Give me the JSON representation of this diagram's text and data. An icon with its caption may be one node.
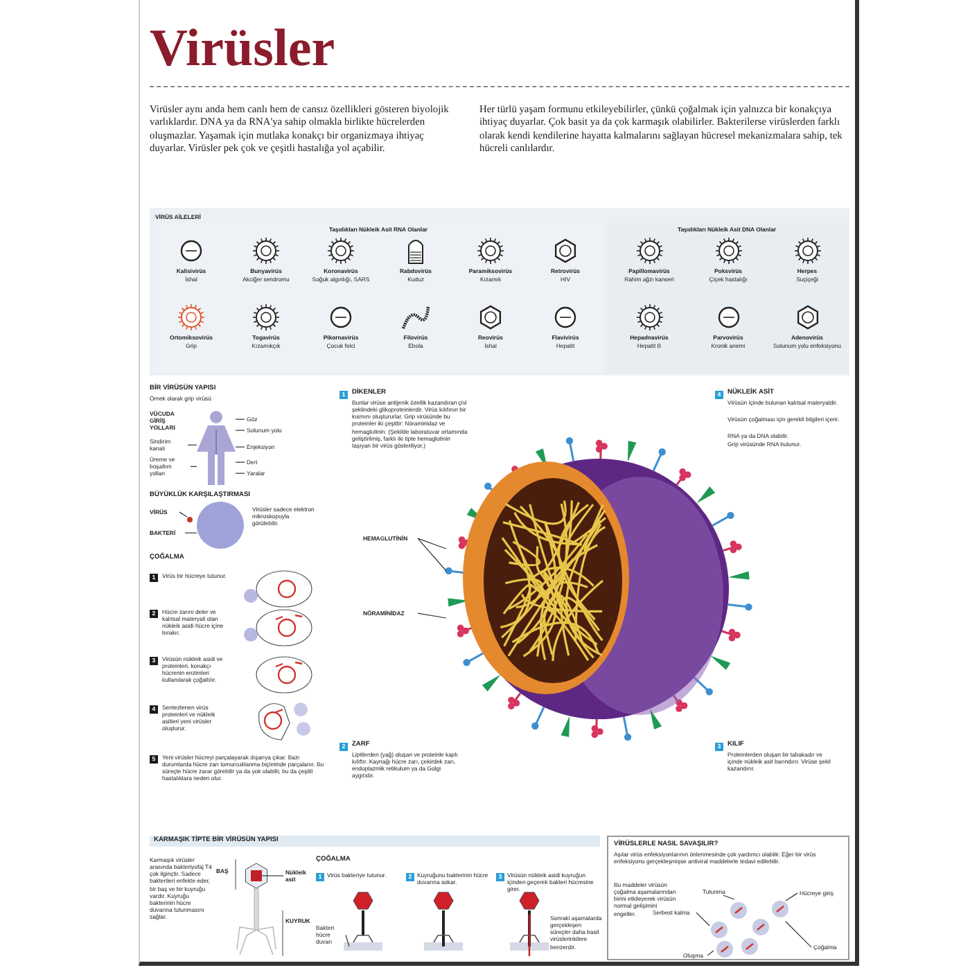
{
  "diagram": {
    "title": "Virüsler",
    "nodes": [
      {
        "text": [
          "VİRÜS AİLELERİ"
        ]
      },
      {
        "text": [
          "Taşıdıkları Nükleik Asit RNA Olanlar"
        ],
        "in": 0
      },
      {
        "text": [
          "Taşıdıkları Nükleik Asit DNA Olanlar"
        ],
        "in": 0
      },
      {
        "text": [
          "Kalisivirüs",
          "İshal"
        ],
        "in": 1
      },
      {
        "text": [
          "Bunyavirüs",
          "Akciğer sendromu"
        ],
        "in": 1
      },
      {
        "text": [
          "Koronavirüs",
          "Soğuk algınlığı, SARS"
        ],
        "in": 1
      },
      {
        "text": [
          "Rabdovirüs",
          "Kuduz"
        ],
        "in": 1
      },
      {
        "text": [
          "Paramiksovirüs",
          "Kızamık"
        ],
        "in": 1
      },
      {
        "text": [
          "Retrovirüs",
          "HIV"
        ],
        "in": 1
      },
      {
        "text": [
          "Ortomiksovirüs",
          "Grip"
        ],
        "in": 1
      },
      {
        "text": [
          "Togavirüs",
          "Kızamıkçık"
        ],
        "in": 1
      },
      {
        "text": [
          "Pikornavirüs",
          "Çocuk felci"
        ],
        "in": 1
      },
      {
        "text": [
          "Filovirüs",
          "Ebola"
        ],
        "in": 1
      },
      {
        "text": [
          "Reovirüs",
          "İshal"
        ],
        "in": 1
      },
      {
        "text": [
          "Flavivirüs",
          "Hepatit"
        ],
        "in": 1
      },
      {
        "text": [
          "Papillomavirüs",
          "Rahim ağzı kanseri"
        ],
        "in": 2
      },
      {
        "text": [
          "Poksvirüs",
          "Çiçek hastalığı"
        ],
        "in": 2
      },
      {
        "text": [
          "Herpes",
          "Suçiçeği"
        ],
        "in": 2
      },
      {
        "text": [
          "Hepadnavirüs",
          "Hepatit B"
        ],
        "in": 2
      },
      {
        "text": [
          "Parvovirüs",
          "Kronik anemi"
        ],
        "in": 2
      },
      {
        "text": [
          "Adenovirüs",
          "Solunum yolu enfeksiyonu"
        ],
        "in": 2
      },
      {
        "text": [],
        "shape": "person"
      },
      {
        "text": [
          "Göz"
        ]
      },
      {
        "text": [
          "Solunum yolu"
        ]
      },
      {
        "text": [
          "Sindirim kanalı"
        ]
      },
      {
        "text": [
          "Enjeksiyon"
        ]
      },
      {
        "text": [
          "Üreme ve boşaltım yolları"
        ]
      },
      {
        "text": [
          "Deri"
        ]
      },
      {
        "text": [
          "Yaralar"
        ]
      },
      {
        "text": [
          "VİRÜS"
        ]
      },
      {
        "text": [],
        "shape": "circle"
      },
      {
        "text": [
          "BAKTERİ"
        ]
      },
      {
        "text": [],
        "shape": "circle"
      },
      {
        "text": [
          "HEMAGLUTİNİN"
        ]
      },
      {
        "text": [
          "NÖRAMİNİDAZ"
        ]
      },
      {
        "text": [
          "Nükleik asit"
        ]
      },
      {
        "text": [
          "Bakteri hücre duvarı"
        ]
      },
      {
        "text": [
          "VİRÜSLERLE NASIL SAVAŞILIR?",
          "Aşılar virüs enfeksiyonlarının önlenmesinde çok yardımcı olabilir. Eğer bir virüs enfeksiyonu gerçekleşmişse antiviral maddelerle tedavi edilebilir.",
          "Bu maddeler virüsün çoğalma aşamalarından birini etkileyerek virüsün normal gelişimini engeller."
        ]
      },
      {
        "text": [
          "Tutunma"
        ],
        "in": 37
      },
      {
        "text": [
          "Hücreye giriş"
        ],
        "in": 37
      },
      {
        "text": [
          "Serbest kalma"
        ],
        "in": 37
      },
      {
        "text": [
          "Çoğalma"
        ],
        "in": 37
      },
      {
        "text": [
          "Oluşma"
        ],
        "in": 37
      },
      {
        "text": [],
        "shape": "picture"
      },
      {
        "text": [],
        "shape": "picture",
        "in": 37
      },
      {
        "text": [],
        "shape": "box"
      }
    ],
    "edges": [
      {
        "from": 22,
        "to": 21,
        "arrow": "none"
      },
      {
        "from": 23,
        "to": 21,
        "arrow": "none"
      },
      {
        "from": 24,
        "to": 21,
        "arrow": "none"
      },
      {
        "from": 25,
        "to": 21,
        "arrow": "none"
      },
      {
        "from": 26,
        "to": 21,
        "arrow": "none"
      },
      {
        "from": 27,
        "to": 21,
        "arrow": "none"
      },
      {
        "from": 28,
        "to": 21,
        "arrow": "none"
      },
      {
        "from": 29,
        "to": 30,
        "arrow": "none"
      },
      {
        "from": 31,
        "to": 32,
        "arrow": "none"
      },
      {
        "from": 33,
        "to": 43,
        "arrow": "none"
      },
      {
        "from": 33,
        "to": 43,
        "arrow": "none"
      },
      {
        "from": 34,
        "to": 43,
        "arrow": "none"
      },
      {
        "from": 35,
        "to": 45,
        "arrow": "none"
      },
      {
        "from": 36,
        "to": null,
        "arrow": "none"
      },
      {
        "from": 38,
        "to": 44,
        "arrow": "none"
      },
      {
        "from": 39,
        "to": 44,
        "arrow": "none"
      },
      {
        "from": 40,
        "to": 44,
        "arrow": "none"
      },
      {
        "from": 41,
        "to": 44,
        "arrow": "none"
      },
      {
        "from": 42,
        "to": 44,
        "arrow": "none"
      }
    ],
    "labels": [
      "Virüsler aynı anda hem canlı hem de cansız özellikleri gösteren biyolojik varlıklardır. DNA ya da RNA'ya sahip olmakla birlikte hücrelerden oluşmazlar. Yaşamak için mutlaka konakçı bir organizmaya ihtiyaç duyarlar. Virüsler pek çok ve çeşitli hastalığa yol açabilir.",
      "Her türlü yaşam formunu etkileyebilirler, çünkü çoğalmak için yalnızca bir konakçıya ihtiyaç duyarlar. Çok basit ya da çok karmaşık olabilirler. Bakterilerse virüslerden farklı olarak kendi kendilerine hayatta kalmalarını sağlayan hücresel mekanizmalara sahip, tek hücreli canlılardır.",
      "BİR VİRÜSÜN YAPISI",
      "Örnek olarak grip virüsü",
      "VÜCUDA GİRİŞ YOLLARI",
      "BÜYÜKLÜK KARŞILAŞTIRMASI",
      "Virüsler sadece elektron mikroskopuyla görülebilir.",
      "ÇOĞALMA",
      "1",
      "Virüs bir hücreye tutunur.",
      "2",
      "Hücre zarını deler ve kalıtsal materyali olan nükleik asidi hücre içine bırakır.",
      "3",
      "Virüsün nükleik asidi ve proteinleri, konakçı hücrenin enzimleri kullanılarak çoğaltılır.",
      "4",
      "Sentezlenen virüs proteinleri ve nükleik asitleri yeni virüsler oluşturur.",
      "5",
      "Yeni virüsler hücreyi parçalayarak dışarıya çıkar. Bazı durumlarda hücre zarı tomurcuklanma biçiminde parçalanır. Bu süreçte hücre zarar görebilir ya da yok olabilir, bu da çeşitli hastalıklara neden olur.",
      "1",
      "DİKENLER",
      "Bunlar virüse antijenik özellik kazandıran çivi şeklindeki glikoproteinlerdir. Virüs kılıfının bir kısmını oluştururlar. Grip virüsünde bu proteinler iki çeşittir: Nöraminidaz ve hemaglutinin. (Şekilde laboratuvar ortamında geliştirilmiş, farklı iki tipte hemaglutinin taşıyan bir virüs gösteriliyor.)",
      "4",
      "NÜKLEİK ASİT",
      "Virüsün içinde bulunan kalıtsal materyaldir.",
      "Virüsün çoğalması için gerekli bilgileri içerir.",
      "RNA ya da DNA olabilir.",
      "Grip virüsünde RNA bulunur.",
      "2",
      "ZARF",
      "Lipitlerden (yağ) oluşan ve proteinle kaplı kılıftır. Kaynağı hücre zarı, çekirdek zarı, endoplazmik retikulum ya da Golgi aygıtıdır.",
      "3",
      "KILIF",
      "Proteinlerden oluşan bir tabakadır ve içinde nükleik asit barındırır. Virüse şekil kazandırır.",
      "KARMAŞIK TİPTE BİR VİRÜSÜN YAPISI",
      "Karmaşık virüsler arasında bakteriyofaj T4 çok ilginçtir. Sadece bakterileri enfekte eder, bir baş ve bir kuyruğu vardır. Kuyruğu bakterinin hücre duvarına tutunmasını sağlar.",
      "BAŞ",
      "KUYRUK",
      "ÇOĞALMA",
      "1",
      "Virüs bakteriye tutunur.",
      "2",
      "Kuyruğunu bakterinin hücre duvarına sokar.",
      "3",
      "Virüsün nükleik asidi kuyruğun içinden geçerek bakteri hücresine girer.",
      "Sonraki aşamalarda gerçekleşen süreçler daha basit virüslerinkilere benzerdir."
    ]
  }
}
